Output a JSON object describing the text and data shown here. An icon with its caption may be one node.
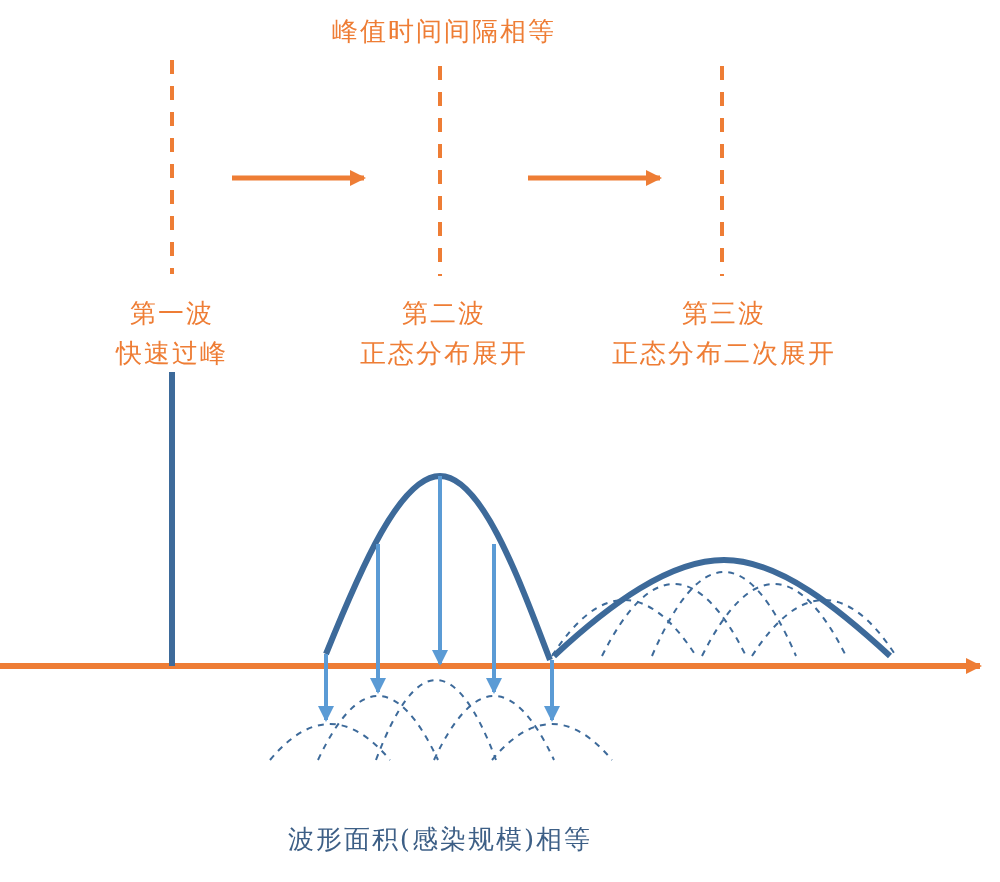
{
  "diagram": {
    "labels": [
      "峰值时间间隔相等",
      "第一波",
      "快速过峰",
      "第二波",
      "正态分布展开",
      "第三波",
      "正态分布二次展开",
      "波形面积(感染规模)相等"
    ]
  }
}
